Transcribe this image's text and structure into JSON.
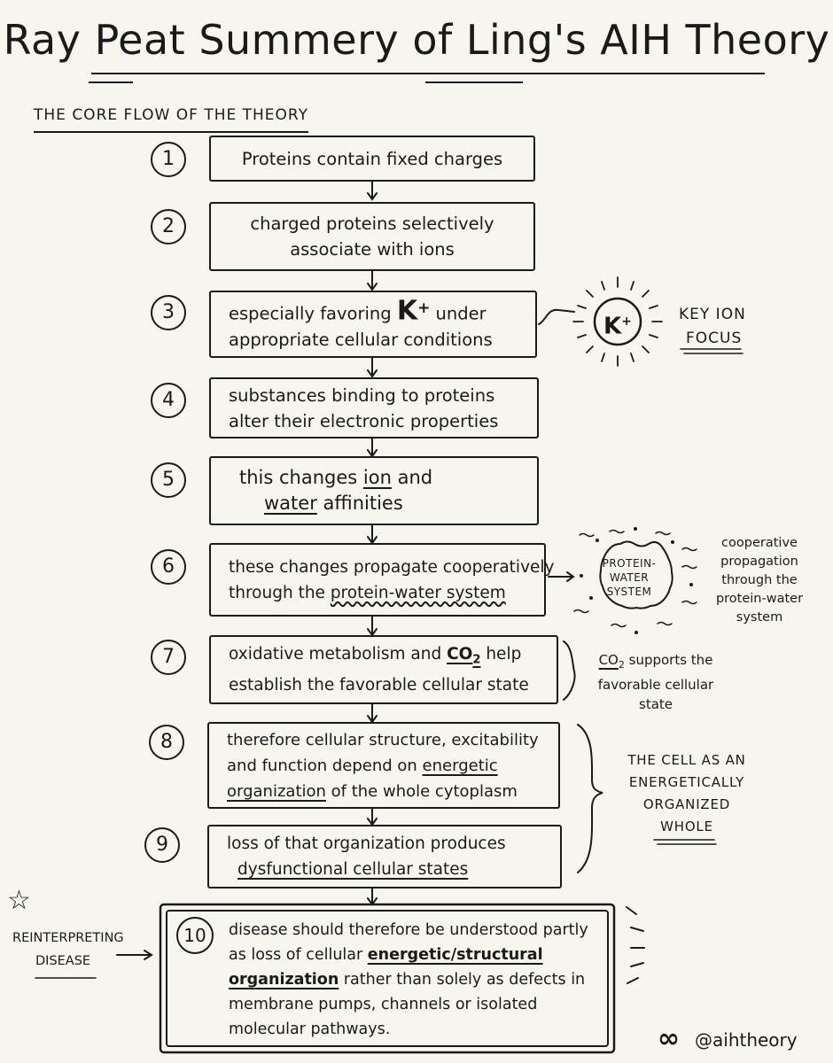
{
  "title": "Ray Peat Summery of Ling's AIH Theory",
  "subtitle": "THE CORE FLOW OF THE THEORY",
  "steps": [
    {
      "n": "1",
      "lines": [
        "Proteins contain fixed charges"
      ]
    },
    {
      "n": "2",
      "lines": [
        "charged proteins selectively",
        "associate with ions"
      ]
    },
    {
      "n": "3",
      "pre": "especially favoring ",
      "k": "K",
      "ksup": "+",
      "post": " under",
      "line2": "appropriate cellular conditions"
    },
    {
      "n": "4",
      "lines": [
        "substances binding to proteins",
        "alter their electronic properties"
      ]
    },
    {
      "n": "5",
      "l1a": "this changes ",
      "l1b": "ion",
      "l1c": " and",
      "l2a": "water",
      "l2b": " affinities"
    },
    {
      "n": "6",
      "line1": "these changes propagate cooperatively",
      "l2a": "through the ",
      "l2b": "protein-water system"
    },
    {
      "n": "7",
      "l1a": "oxidative metabolism and ",
      "l1b": "CO",
      "l1sub": "2",
      "l1c": " help",
      "line2": "establish the favorable cellular state"
    },
    {
      "n": "8",
      "line1": "therefore cellular structure, excitability",
      "l2a": "and function depend on ",
      "l2b": "energetic",
      "l3a": "organization",
      "l3b": " of the whole cytoplasm"
    },
    {
      "n": "9",
      "line1": "loss of that organization produces",
      "line2": "dysfunctional cellular states"
    },
    {
      "n": "10",
      "line1": "disease should therefore be understood partly",
      "l2a": "as loss of cellular ",
      "l2b": "energetic/structural",
      "l3a": "organization",
      "l3b": " rather than solely as defects in",
      "line4": "membrane pumps, channels or isolated",
      "line5": "molecular pathways."
    }
  ],
  "k_badge": {
    "k": "K",
    "sup": "+",
    "label1": "KEY ION",
    "label2": "FOCUS"
  },
  "pw_badge": {
    "l1": "PROTEIN-",
    "l2": "WATER",
    "l3": "SYSTEM"
  },
  "pw_note": [
    "cooperative",
    "propagation",
    "through the",
    "protein-water",
    "system"
  ],
  "co2_note": {
    "a": "CO",
    "sub": "2",
    "b": " supports the",
    "l2": "favorable cellular",
    "l3": "state"
  },
  "cell_note": [
    "THE CELL AS AN",
    "ENERGETICALLY",
    "ORGANIZED",
    "WHOLE"
  ],
  "reinterpret": [
    "REINTERPRETING",
    "DISEASE"
  ],
  "handle": "@aihtheory",
  "infinity": "∞",
  "star": "☆"
}
